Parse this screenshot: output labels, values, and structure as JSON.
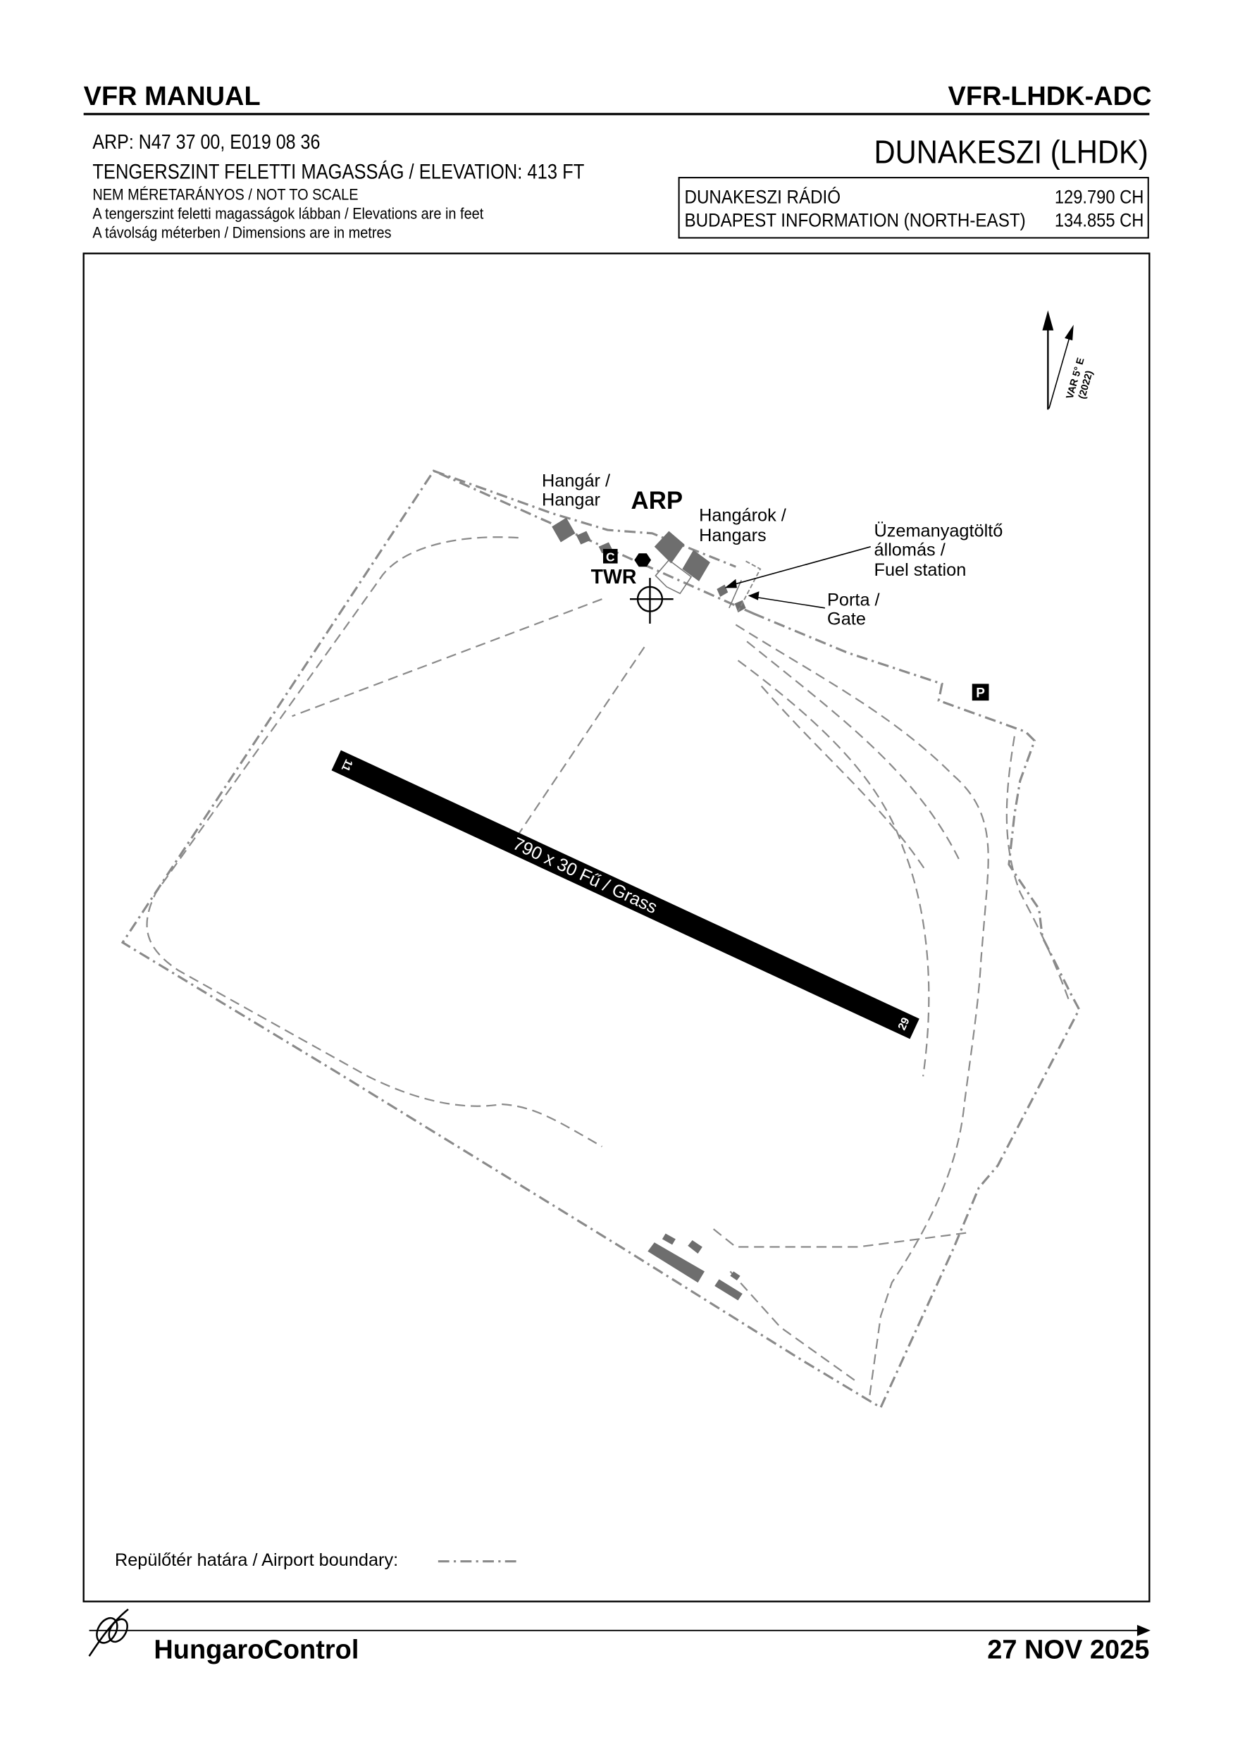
{
  "header": {
    "left_title": "VFR MANUAL",
    "right_title": "VFR-LHDK-ADC"
  },
  "info": {
    "arp": "ARP: N47 37 00, E019 08 36",
    "elevation": "TENGERSZINT FELETTI MAGASSÁG / ELEVATION: 413 FT",
    "scale_note": "NEM MÉRETARÁNYOS / NOT TO SCALE",
    "elev_note": "A tengerszint feletti magasságok lábban / Elevations are in feet",
    "dist_note": "A távolság méterben / Dimensions are in metres"
  },
  "aerodrome": {
    "name": "DUNAKESZI (LHDK)",
    "frequencies": [
      {
        "station": "DUNAKESZI RÁDIÓ",
        "freq": "129.790 CH"
      },
      {
        "station": "BUDAPEST INFORMATION (NORTH-EAST)",
        "freq": "134.855 CH"
      }
    ]
  },
  "chart": {
    "variation": "VAR 5° E",
    "variation_year": "(2022)",
    "hangar_label": [
      "Hangár /",
      "Hangar"
    ],
    "arp_label": "ARP",
    "hangars_label": [
      "Hangárok /",
      "Hangars"
    ],
    "fuel_label": [
      "Üzemanyagtöltő",
      "állomás /",
      "Fuel station"
    ],
    "gate_label": [
      "Porta /",
      "Gate"
    ],
    "twr_label": "TWR",
    "twr_class": "C",
    "parking": "P",
    "runway_text": "790 x 30   Fű / Grass",
    "runway_end_west": "11",
    "runway_end_east": "29",
    "legend_boundary": "Repülőtér határa / Airport boundary:"
  },
  "footer": {
    "publisher": "HungaroControl",
    "date": "27 NOV 2025"
  }
}
